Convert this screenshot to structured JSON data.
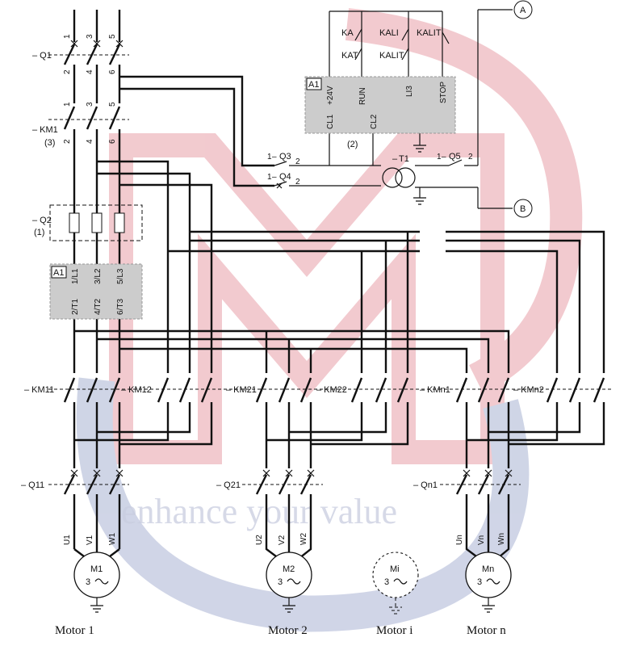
{
  "watermark": {
    "text": "enhance your value",
    "colors": {
      "red": "#e8a0a8",
      "blue": "#a9b3d3"
    }
  },
  "colors": {
    "line": "#111111",
    "starter_box": "#cccccc"
  },
  "top_control": {
    "a1_label": "A1",
    "terminals": [
      "+24V",
      "RUN",
      "LI3",
      "STOP",
      "CL1",
      "CL2"
    ],
    "contacts": [
      "KA",
      "KALI",
      "KALIT",
      "KAT",
      "KALIT"
    ],
    "note": "(2)",
    "q3": "Q3",
    "q4": "Q4",
    "t1": "T1",
    "q5": "Q5",
    "q3_nums": [
      "1",
      "2"
    ],
    "q4_nums": [
      "1",
      "2"
    ],
    "q5_nums": [
      "1",
      "2"
    ],
    "prefix": "–",
    "out_a": "A",
    "out_b": "B"
  },
  "supply": {
    "q1": "– Q1",
    "km1": "– KM1",
    "km1_note": "(3)",
    "q2": "– Q2",
    "q2_note": "(1)",
    "poles_top": [
      "1",
      "3",
      "5"
    ],
    "poles_bottom": [
      "2",
      "4",
      "6"
    ]
  },
  "starter": {
    "label": "A1",
    "inputs": [
      "1/L1",
      "3/L2",
      "5/L3"
    ],
    "outputs": [
      "2/T1",
      "4/T2",
      "6/T3"
    ]
  },
  "contactors": [
    "– KM11",
    "– KM12",
    "– KM21",
    "– KM22",
    "– KMn1",
    "– KMn2"
  ],
  "breakers": [
    "– Q11",
    "– Q21",
    "– Qn1"
  ],
  "motor_terminals": [
    [
      "U1",
      "V1",
      "W1"
    ],
    [
      "U2",
      "V2",
      "W2"
    ],
    [
      "Un",
      "Vn",
      "Wn"
    ]
  ],
  "motors": [
    {
      "name": "M1",
      "phase": "3",
      "caption": "Motor 1"
    },
    {
      "name": "M2",
      "phase": "3",
      "caption": "Motor 2"
    },
    {
      "name": "Mi",
      "phase": "3",
      "caption": "Motor i"
    },
    {
      "name": "Mn",
      "phase": "3",
      "caption": "Motor n"
    }
  ]
}
